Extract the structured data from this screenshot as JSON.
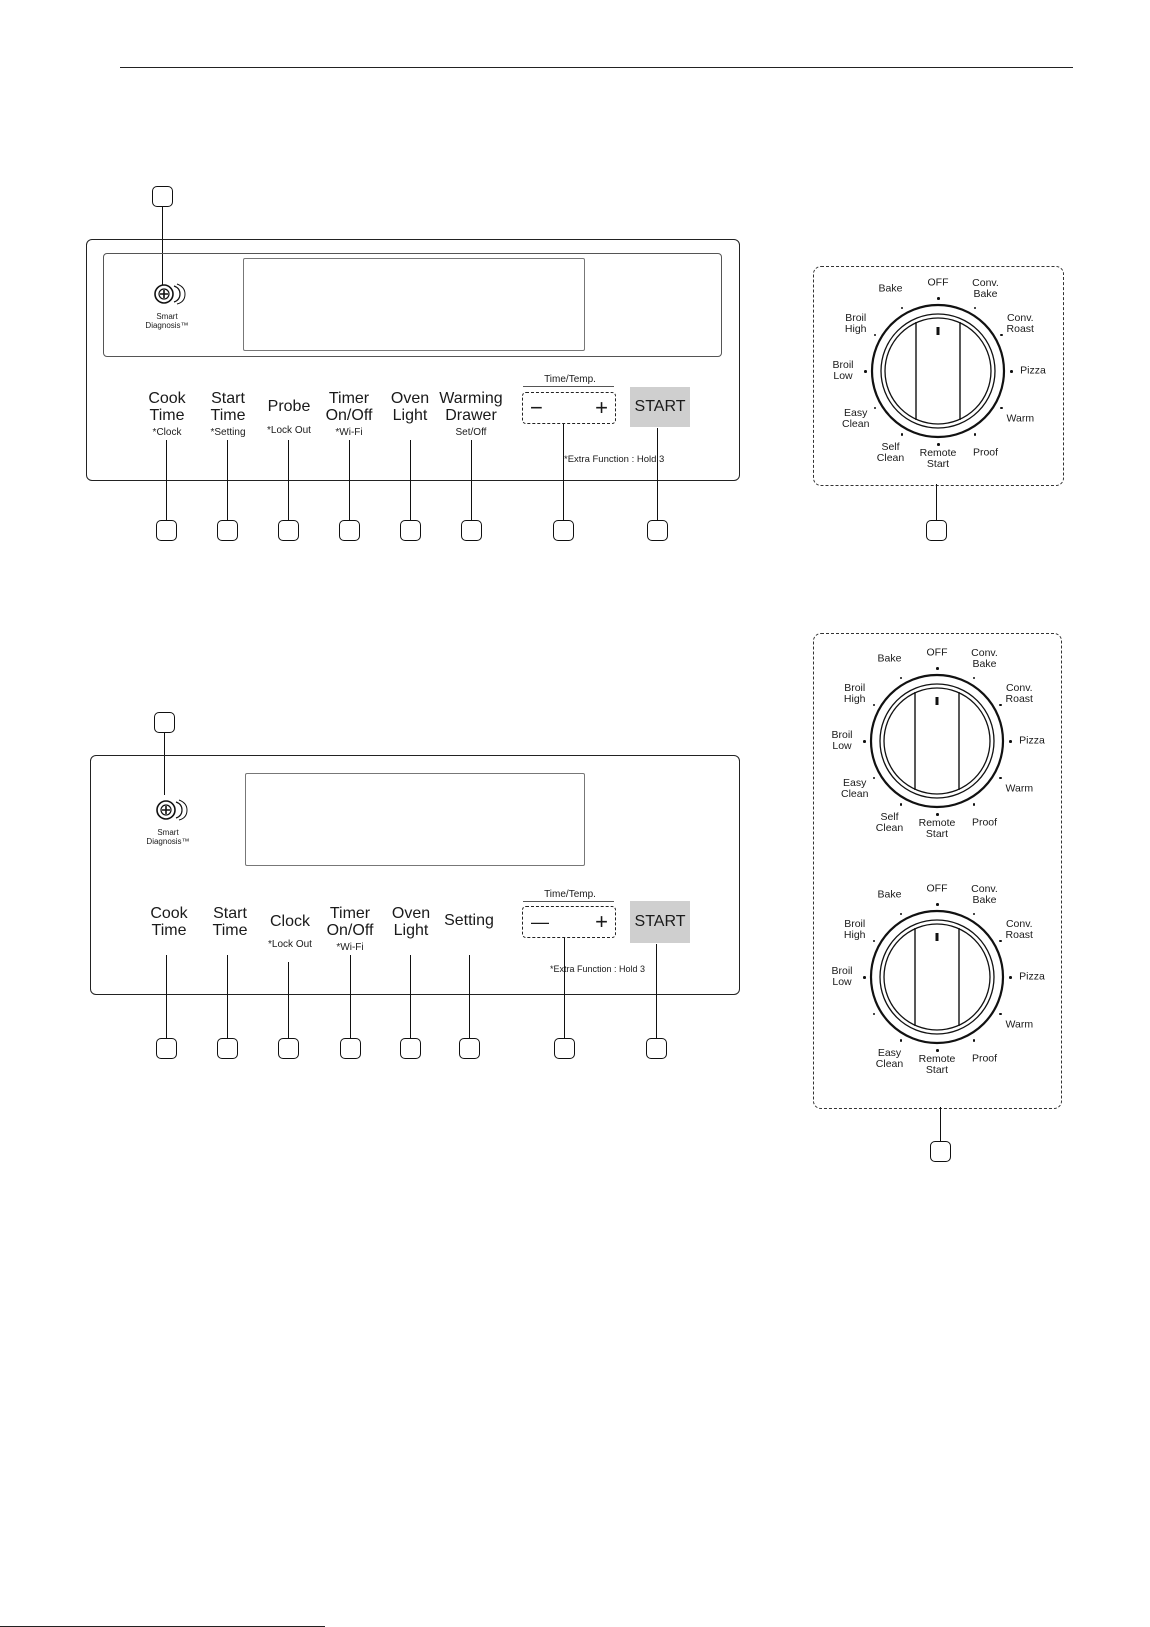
{
  "panel1": {
    "smart_diagnosis": [
      "Smart",
      "Diagnosis™"
    ],
    "buttons": [
      {
        "main": "Cook\nTime",
        "sub": "*Clock"
      },
      {
        "main": "Start\nTime",
        "sub": "*Setting"
      },
      {
        "main": "Probe",
        "sub": "*Lock Out"
      },
      {
        "main": "Timer\nOn/Off",
        "sub": "*Wi-Fi"
      },
      {
        "main": "Oven\nLight",
        "sub": ""
      },
      {
        "main": "Warming\nDrawer",
        "sub": "Set/Off"
      }
    ],
    "time_temp_label": "Time/Temp.",
    "minus": "−",
    "plus": "+",
    "start_label": "START",
    "extra_function": "*Extra Function : Hold 3"
  },
  "panel2": {
    "smart_diagnosis": [
      "Smart",
      "Diagnosis™"
    ],
    "buttons": [
      {
        "main": "Cook\nTime",
        "sub": ""
      },
      {
        "main": "Start\nTime",
        "sub": ""
      },
      {
        "main": "Clock",
        "sub": "*Lock Out"
      },
      {
        "main": "Timer\nOn/Off",
        "sub": "*Wi-Fi"
      },
      {
        "main": "Oven\nLight",
        "sub": ""
      },
      {
        "main": "Setting",
        "sub": ""
      }
    ],
    "time_temp_label": "Time/Temp.",
    "minus": "—",
    "plus": "+",
    "start_label": "START",
    "extra_function": "*Extra Function : Hold 3"
  },
  "dials": [
    {
      "labels": [
        "OFF",
        "Conv.\nBake",
        "Conv.\nRoast",
        "Pizza",
        "Warm",
        "Proof",
        "Remote\nStart",
        "Self\nClean",
        "Easy\nClean",
        "Broil\nLow",
        "Broil\nHigh",
        "Bake"
      ]
    },
    {
      "labels": [
        "OFF",
        "Conv.\nBake",
        "Conv.\nRoast",
        "Pizza",
        "Warm",
        "Proof",
        "Remote\nStart",
        "Self\nClean",
        "Easy\nClean",
        "Broil\nLow",
        "Broil\nHigh",
        "Bake"
      ]
    },
    {
      "labels": [
        "OFF",
        "Conv.\nBake",
        "Conv.\nRoast",
        "Pizza",
        "Warm",
        "Proof",
        "Remote\nStart",
        "Easy\nClean",
        "",
        "Broil\nLow",
        "Broil\nHigh",
        "Bake"
      ]
    }
  ]
}
